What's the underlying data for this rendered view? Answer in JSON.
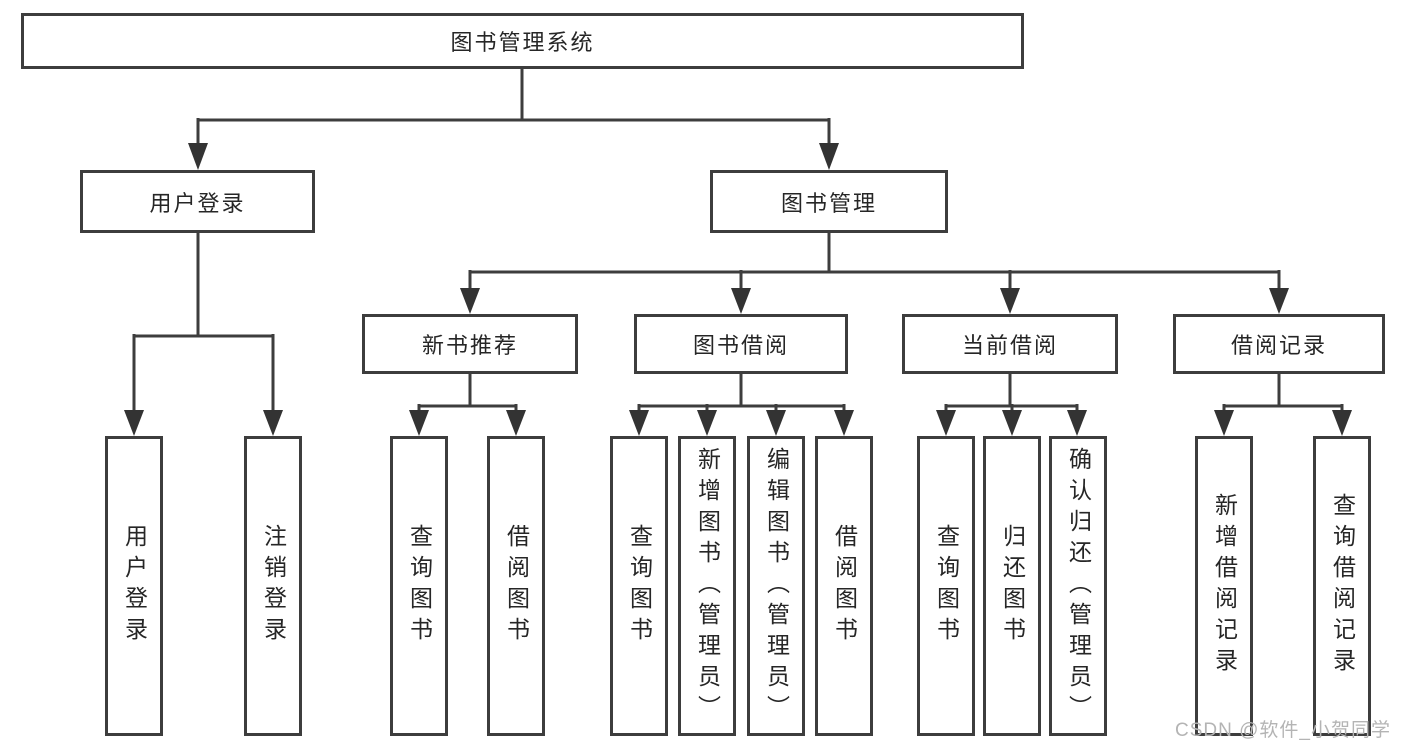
{
  "diagram": {
    "root": {
      "label": "图书管理系统"
    },
    "level2": [
      {
        "label": "用户登录"
      },
      {
        "label": "图书管理"
      }
    ],
    "level3": [
      {
        "label": "新书推荐",
        "parent": "图书管理"
      },
      {
        "label": "图书借阅",
        "parent": "图书管理"
      },
      {
        "label": "当前借阅",
        "parent": "图书管理"
      },
      {
        "label": "借阅记录",
        "parent": "图书管理"
      }
    ],
    "leaves": [
      {
        "label": "用户登录",
        "parent": "用户登录"
      },
      {
        "label": "注销登录",
        "parent": "用户登录"
      },
      {
        "label": "查询图书",
        "parent": "新书推荐"
      },
      {
        "label": "借阅图书",
        "parent": "新书推荐"
      },
      {
        "label": "查询图书",
        "parent": "图书借阅"
      },
      {
        "label": "新增图书（管理员）",
        "parent": "图书借阅"
      },
      {
        "label": "编辑图书（管理员）",
        "parent": "图书借阅"
      },
      {
        "label": "借阅图书",
        "parent": "图书借阅"
      },
      {
        "label": "查询图书",
        "parent": "当前借阅"
      },
      {
        "label": "归还图书",
        "parent": "当前借阅"
      },
      {
        "label": "确认归还（管理员）",
        "parent": "当前借阅"
      },
      {
        "label": "新增借阅记录",
        "parent": "借阅记录"
      },
      {
        "label": "查询借阅记录",
        "parent": "借阅记录"
      }
    ]
  },
  "watermark": {
    "text": "CSDN @软件_小贺同学"
  },
  "colors": {
    "line": "#3d3d3d",
    "text": "#262626",
    "background": "#ffffff",
    "watermark": "#b4b4b4"
  }
}
